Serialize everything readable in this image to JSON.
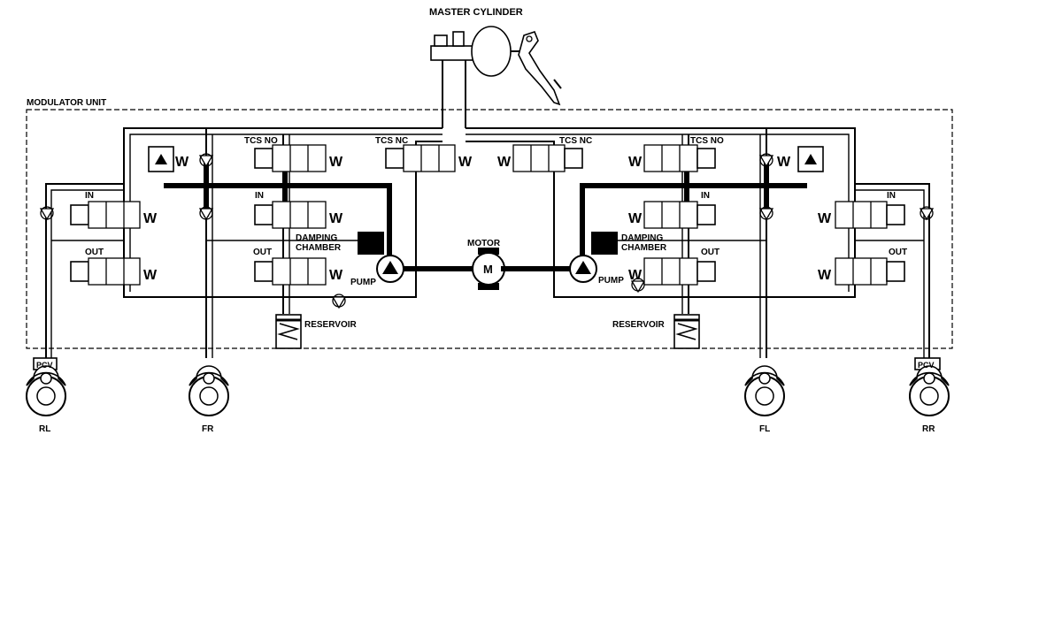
{
  "title": "MASTER CYLINDER",
  "modulator_label": "MODULATOR UNIT",
  "valves": {
    "tcs_no_left": "TCS NO",
    "tcs_nc_left": "TCS NC",
    "tcs_nc_right": "TCS NC",
    "tcs_no_right": "TCS NO",
    "in_rl": "IN",
    "in_fr": "IN",
    "in_fl": "IN",
    "in_rr": "IN",
    "out_rl": "OUT",
    "out_fr": "OUT",
    "out_fl": "OUT",
    "out_rr": "OUT"
  },
  "components": {
    "damping_left_1": "DAMPING",
    "damping_left_2": "CHAMBER",
    "damping_right_1": "DAMPING",
    "damping_right_2": "CHAMBER",
    "pump_left": "PUMP",
    "pump_right": "PUMP",
    "motor": "MOTOR",
    "motor_symbol": "M",
    "reservoir_left": "RESERVOIR",
    "reservoir_right": "RESERVOIR",
    "pcv_left": "PCV",
    "pcv_right": "PCV"
  },
  "wheels": {
    "rl": "RL",
    "fr": "FR",
    "fl": "FL",
    "rr": "RR"
  }
}
